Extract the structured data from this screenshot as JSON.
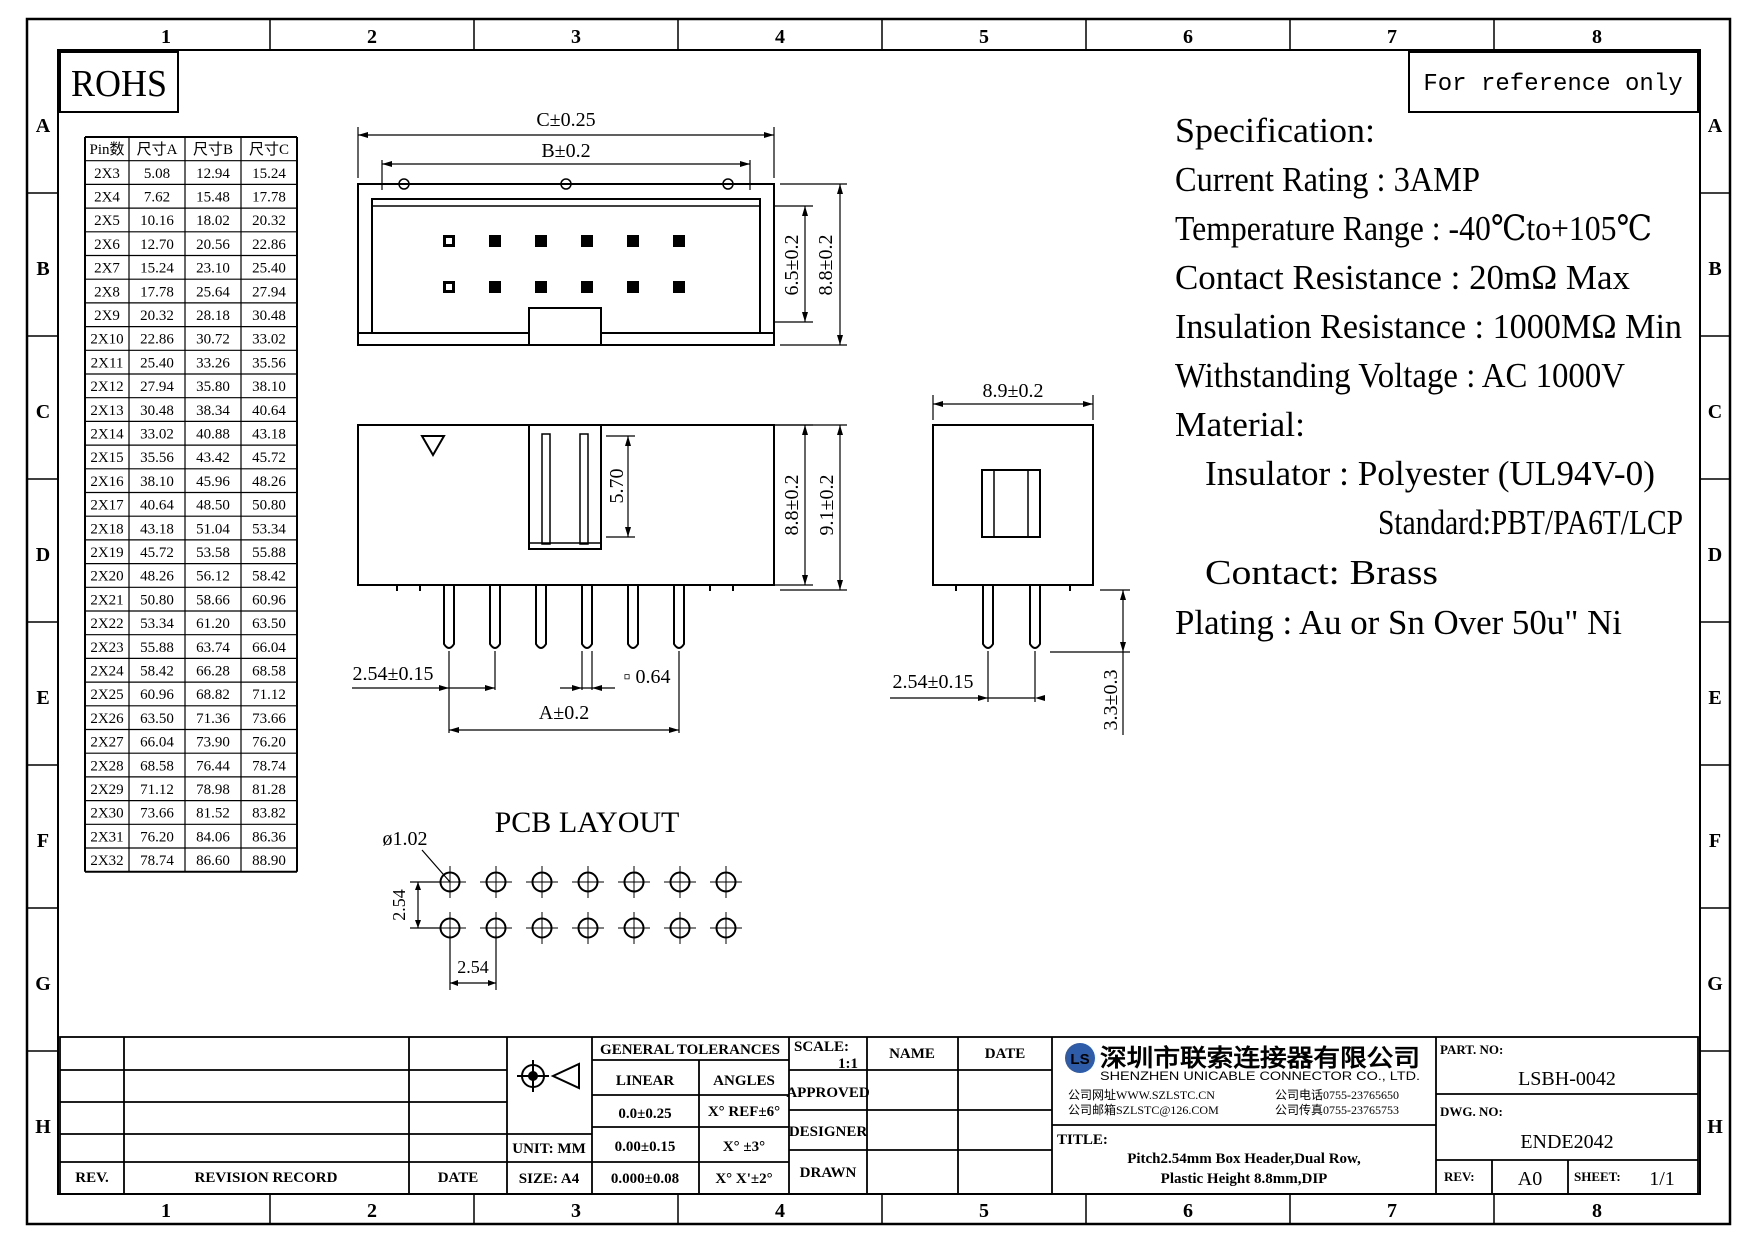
{
  "frame": {
    "columns": [
      "1",
      "2",
      "3",
      "4",
      "5",
      "6",
      "7",
      "8"
    ],
    "rows": [
      "A",
      "B",
      "C",
      "D",
      "E",
      "F",
      "G",
      "H"
    ]
  },
  "rohs": "ROHS",
  "reference_note": "For reference only",
  "dim_table": {
    "headers": [
      "Pin数",
      "尺寸A",
      "尺寸B",
      "尺寸C"
    ],
    "rows": [
      [
        "2X3",
        "5.08",
        "12.94",
        "15.24"
      ],
      [
        "2X4",
        "7.62",
        "15.48",
        "17.78"
      ],
      [
        "2X5",
        "10.16",
        "18.02",
        "20.32"
      ],
      [
        "2X6",
        "12.70",
        "20.56",
        "22.86"
      ],
      [
        "2X7",
        "15.24",
        "23.10",
        "25.40"
      ],
      [
        "2X8",
        "17.78",
        "25.64",
        "27.94"
      ],
      [
        "2X9",
        "20.32",
        "28.18",
        "30.48"
      ],
      [
        "2X10",
        "22.86",
        "30.72",
        "33.02"
      ],
      [
        "2X11",
        "25.40",
        "33.26",
        "35.56"
      ],
      [
        "2X12",
        "27.94",
        "35.80",
        "38.10"
      ],
      [
        "2X13",
        "30.48",
        "38.34",
        "40.64"
      ],
      [
        "2X14",
        "33.02",
        "40.88",
        "43.18"
      ],
      [
        "2X15",
        "35.56",
        "43.42",
        "45.72"
      ],
      [
        "2X16",
        "38.10",
        "45.96",
        "48.26"
      ],
      [
        "2X17",
        "40.64",
        "48.50",
        "50.80"
      ],
      [
        "2X18",
        "43.18",
        "51.04",
        "53.34"
      ],
      [
        "2X19",
        "45.72",
        "53.58",
        "55.88"
      ],
      [
        "2X20",
        "48.26",
        "56.12",
        "58.42"
      ],
      [
        "2X21",
        "50.80",
        "58.66",
        "60.96"
      ],
      [
        "2X22",
        "53.34",
        "61.20",
        "63.50"
      ],
      [
        "2X23",
        "55.88",
        "63.74",
        "66.04"
      ],
      [
        "2X24",
        "58.42",
        "66.28",
        "68.58"
      ],
      [
        "2X25",
        "60.96",
        "68.82",
        "71.12"
      ],
      [
        "2X26",
        "63.50",
        "71.36",
        "73.66"
      ],
      [
        "2X27",
        "66.04",
        "73.90",
        "76.20"
      ],
      [
        "2X28",
        "68.58",
        "76.44",
        "78.74"
      ],
      [
        "2X29",
        "71.12",
        "78.98",
        "81.28"
      ],
      [
        "2X30",
        "73.66",
        "81.52",
        "83.82"
      ],
      [
        "2X31",
        "76.20",
        "84.06",
        "86.36"
      ],
      [
        "2X32",
        "78.74",
        "86.60",
        "88.90"
      ]
    ]
  },
  "drawing": {
    "dim_c": "C±0.25",
    "dim_b": "B±0.2",
    "dim_65": "6.5±0.2",
    "dim_88_top": "8.8±0.2",
    "dim_570": "5.70",
    "dim_88_front": "8.8±0.2",
    "dim_91": "9.1±0.2",
    "dim_pitch_front": "2.54±0.15",
    "dim_pin": "▫ 0.64",
    "dim_a": "A±0.2",
    "dim_89": "8.9±0.2",
    "dim_pitch_side": "2.54±0.15",
    "dim_33": "3.3±0.3",
    "pcb_title": "PCB LAYOUT",
    "pcb_hole": "ø1.02",
    "pcb_row_pitch": "2.54",
    "pcb_col_pitch": "2.54"
  },
  "spec": {
    "heading": "Specification:",
    "lines": [
      "Current Rating : 3AMP",
      "Temperature Range : -40℃to+105℃",
      "Contact Resistance : 20mΩ Max",
      "Insulation Resistance : 1000MΩ Min",
      "Withstanding Voltage : AC 1000V",
      "Material:",
      "Insulator : Polyester (UL94V-0)",
      "Standard:PBT/PA6T/LCP",
      "Contact: Brass",
      "Plating : Au or Sn Over 50u\" Ni"
    ]
  },
  "title_block": {
    "rev_label": "REV.",
    "revision_record": "REVISION RECORD",
    "date_label": "DATE",
    "general_tolerances": "GENERAL TOLERANCES",
    "linear": "LINEAR",
    "angles": "ANGLES",
    "lin1": "0.0±0.25",
    "lin2": "0.00±0.15",
    "lin3": "0.000±0.08",
    "ang1": "X° REF±6°",
    "ang2": "X° ±3°",
    "ang3": "X° X'±2°",
    "unit": "UNIT: MM",
    "size": "SIZE: A4",
    "scale_label": "SCALE:",
    "scale_value": "1:1",
    "approved": "APPROVED",
    "designer": "DESIGNER",
    "drawn": "DRAWN",
    "name": "NAME",
    "date": "DATE",
    "company_cn": "深圳市联索连接器有限公司",
    "company_en": "SHENZHEN UNICABLE CONNECTOR CO., LTD.",
    "website": "公司网址WWW.SZLSTC.CN",
    "email": "公司邮箱SZLSTC@126.COM",
    "phone": "公司电话0755-23765650",
    "fax": "公司传真0755-23765753",
    "title_label": "TITLE:",
    "title_line1": "Pitch2.54mm Box Header,Dual Row,",
    "title_line2": "Plastic Height 8.8mm,DIP",
    "part_no_label": "PART. NO:",
    "part_no": "LSBH-0042",
    "dwg_no_label": "DWG. NO:",
    "dwg_no": "ENDE2042",
    "rev2_label": "REV:",
    "rev_value": "A0",
    "sheet_label": "SHEET:",
    "sheet_value": "1/1"
  }
}
